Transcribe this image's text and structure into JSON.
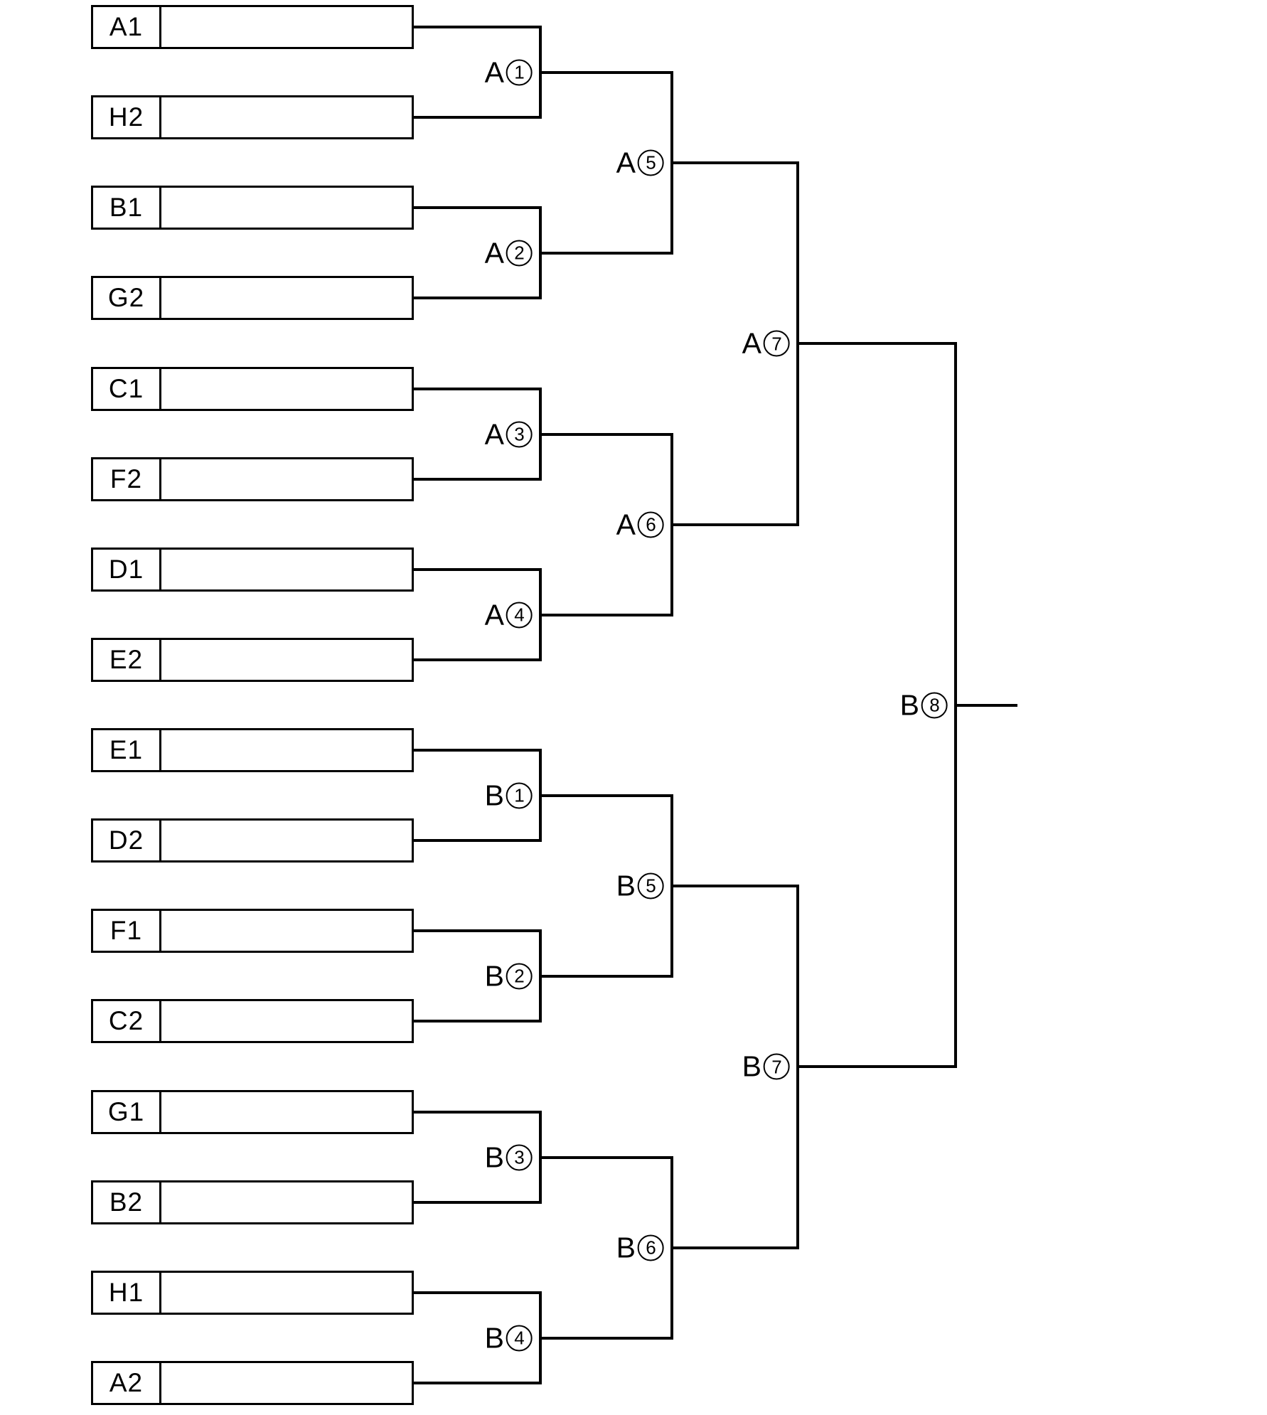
{
  "page": {
    "background": "#ffffff"
  },
  "diagram": {
    "type": "tournament-bracket",
    "line_color": "#000000",
    "text_color": "#000000",
    "entries": [
      {
        "seed": "A1",
        "name": ""
      },
      {
        "seed": "H2",
        "name": ""
      },
      {
        "seed": "B1",
        "name": ""
      },
      {
        "seed": "G2",
        "name": ""
      },
      {
        "seed": "C1",
        "name": ""
      },
      {
        "seed": "F2",
        "name": ""
      },
      {
        "seed": "D1",
        "name": ""
      },
      {
        "seed": "E2",
        "name": ""
      },
      {
        "seed": "E1",
        "name": ""
      },
      {
        "seed": "D2",
        "name": ""
      },
      {
        "seed": "F1",
        "name": ""
      },
      {
        "seed": "C2",
        "name": ""
      },
      {
        "seed": "G1",
        "name": ""
      },
      {
        "seed": "B2",
        "name": ""
      },
      {
        "seed": "H1",
        "name": ""
      },
      {
        "seed": "A2",
        "name": ""
      }
    ],
    "rounds": [
      {
        "name": "round1",
        "matches": [
          {
            "text": "A①",
            "letter": "A",
            "digit": "1",
            "slots": [
              0,
              1
            ]
          },
          {
            "text": "A②",
            "letter": "A",
            "digit": "2",
            "slots": [
              2,
              3
            ]
          },
          {
            "text": "A③",
            "letter": "A",
            "digit": "3",
            "slots": [
              4,
              5
            ]
          },
          {
            "text": "A④",
            "letter": "A",
            "digit": "4",
            "slots": [
              6,
              7
            ]
          },
          {
            "text": "B①",
            "letter": "B",
            "digit": "1",
            "slots": [
              8,
              9
            ]
          },
          {
            "text": "B②",
            "letter": "B",
            "digit": "2",
            "slots": [
              10,
              11
            ]
          },
          {
            "text": "B③",
            "letter": "B",
            "digit": "3",
            "slots": [
              12,
              13
            ]
          },
          {
            "text": "B④",
            "letter": "B",
            "digit": "4",
            "slots": [
              14,
              15
            ]
          }
        ]
      },
      {
        "name": "round2",
        "matches": [
          {
            "text": "A⑤",
            "letter": "A",
            "digit": "5",
            "slots": [
              0,
              1
            ]
          },
          {
            "text": "A⑥",
            "letter": "A",
            "digit": "6",
            "slots": [
              2,
              3
            ]
          },
          {
            "text": "B⑤",
            "letter": "B",
            "digit": "5",
            "slots": [
              4,
              5
            ]
          },
          {
            "text": "B⑥",
            "letter": "B",
            "digit": "6",
            "slots": [
              6,
              7
            ]
          }
        ]
      },
      {
        "name": "round3",
        "matches": [
          {
            "text": "A⑦",
            "letter": "A",
            "digit": "7",
            "slots": [
              0,
              1
            ]
          },
          {
            "text": "B⑦",
            "letter": "B",
            "digit": "7",
            "slots": [
              2,
              3
            ]
          }
        ]
      },
      {
        "name": "final",
        "matches": [
          {
            "text": "B⑧",
            "letter": "B",
            "digit": "8",
            "slots": [
              0,
              1
            ]
          }
        ]
      }
    ]
  }
}
